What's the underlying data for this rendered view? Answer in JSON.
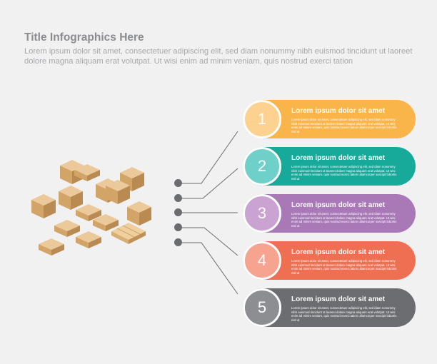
{
  "header": {
    "title": "Title Infographics Here",
    "subtitle": "Lorem ipsum dolor sit amet, consectetuer adipiscing elit, sed diam nonummy nibh euismod tincidunt ut laoreet dolore magna aliquam erat volutpat. Ut wisi enim ad minim veniam, quis nostrud exerci tation"
  },
  "icons": [
    "warehouse-boxes-illustration"
  ],
  "colors": {
    "background": "#f1f1f2",
    "connector": "#6b6c6f"
  },
  "steps": [
    {
      "number": "1",
      "title": "Lorem ipsum dolor sit amet",
      "text": "Lorem ipsum dolor sit amet, consectetuer adipiscing elit, sed diam nonummy nibh euismod tincidunt ut laoreet dolore magna aliquam erat volutpat. Ut wisi enim ad minim veniam, quis nostrud exerci tation ullamcorper suscipit lobortis nisl ut",
      "color": "#f9b54a",
      "circle_color": "#fdd290"
    },
    {
      "number": "2",
      "title": "Lorem ipsum dolor sit amet",
      "text": "Lorem ipsum dolor sit amet, consectetuer adipiscing elit, sed diam nonummy nibh euismod tincidunt ut laoreet dolore magna aliquam erat volutpat. Ut wisi enim ad minim veniam, quis nostrud exerci tation ullamcorper suscipit lobortis nisl ut",
      "color": "#17a99a",
      "circle_color": "#6fd0c9"
    },
    {
      "number": "3",
      "title": "Lorem ipsum dolor sit amet",
      "text": "Lorem ipsum dolor sit amet, consectetuer adipiscing elit, sed diam nonummy nibh euismod tincidunt ut laoreet dolore magna aliquam erat volutpat. Ut wisi enim ad minim veniam, quis nostrud exerci tation ullamcorper suscipit lobortis nisl ut",
      "color": "#a878b7",
      "circle_color": "#cba3d2"
    },
    {
      "number": "4",
      "title": "Lorem ipsum dolor sit amet",
      "text": "Lorem ipsum dolor sit amet, consectetuer adipiscing elit, sed diam nonummy nibh euismod tincidunt ut laoreet dolore magna aliquam erat volutpat. Ut wisi enim ad minim veniam, quis nostrud exerci tation ullamcorper suscipit lobortis nisl ut",
      "color": "#ef6f52",
      "circle_color": "#f6a38f"
    },
    {
      "number": "5",
      "title": "Lorem ipsum dolor sit amet",
      "text": "Lorem ipsum dolor sit amet, consectetuer adipiscing elit, sed diam nonummy nibh euismod tincidunt ut laoreet dolore magna aliquam erat volutpat. Ut wisi enim ad minim veniam, quis nostrud exerci tation ullamcorper suscipit lobortis nisl ut",
      "color": "#6c6d70",
      "circle_color": "#8d8e91"
    }
  ]
}
